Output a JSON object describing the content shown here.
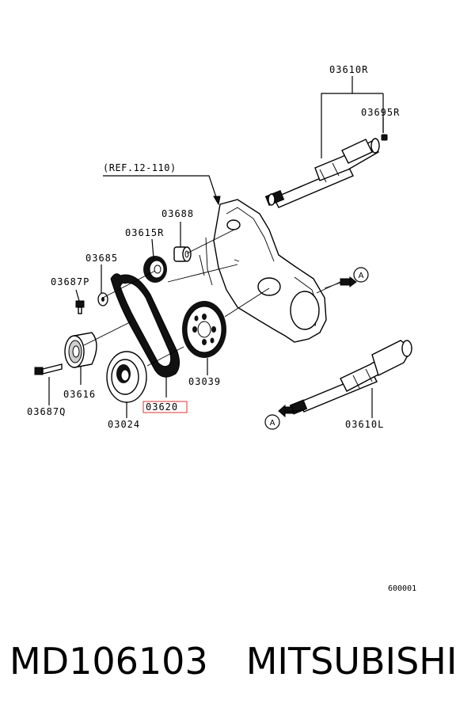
{
  "labels": {
    "p03610R": "03610R",
    "p03695R": "03695R",
    "ref": "(REF.12-110)",
    "p03688": "03688",
    "p03615R": "03615R",
    "p03685": "03685",
    "p03687P": "03687P",
    "p03616": "03616",
    "p03687Q": "03687Q",
    "p03024": "03024",
    "p03620": "03620",
    "p03039": "03039",
    "p03610L": "03610L",
    "circle_a": "A",
    "diagram_no": "600001"
  },
  "footer": {
    "part_number": "MD106103",
    "brand": "MITSUBISHI"
  },
  "highlight_color": "#e03030"
}
